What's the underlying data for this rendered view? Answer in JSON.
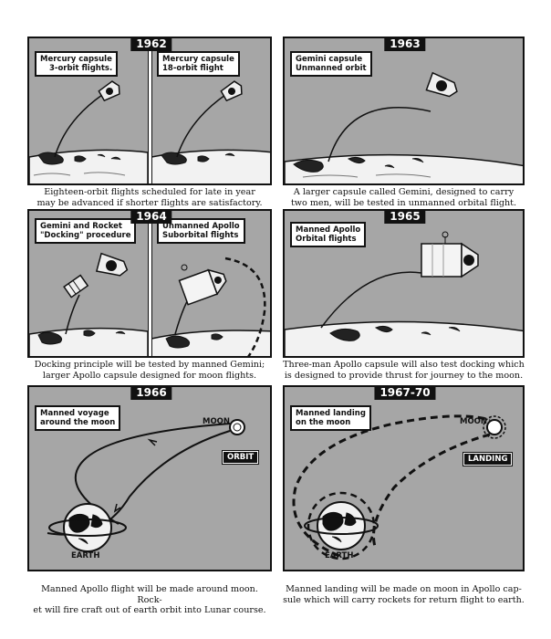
{
  "panels": {
    "p1962": {
      "year": "1962",
      "left_label": [
        "Mercury capsule",
        "3-orbit flights."
      ],
      "right_label": [
        "Mercury capsule",
        "18-orbit flight"
      ],
      "caption": [
        "Eighteen-orbit flights scheduled for late in year",
        "may be advanced if shorter flights are satisfactory."
      ]
    },
    "p1963": {
      "year": "1963",
      "label": [
        "Gemini capsule",
        "Unmanned orbit"
      ],
      "caption": [
        "A larger capsule called Gemini, designed to carry",
        "two men, will be tested in unmanned orbital flight."
      ]
    },
    "p1964": {
      "year": "1964",
      "left_label": [
        "Gemini and Rocket",
        "\"Docking\" procedure"
      ],
      "right_label": [
        "Unmanned Apollo",
        "Suborbital flights"
      ],
      "caption": [
        "Docking principle will be tested by manned Gemini;",
        "larger Apollo capsule designed for moon flights."
      ]
    },
    "p1965": {
      "year": "1965",
      "label": [
        "Manned Apollo",
        "Orbital flights"
      ],
      "caption": [
        "Three-man Apollo capsule will also test docking which",
        "is designed to provide thrust for journey to the moon."
      ]
    },
    "p1966": {
      "year": "1966",
      "label": [
        "Manned voyage",
        "around the moon"
      ],
      "moon": "MOON",
      "tag": "ORBIT",
      "earth": "EARTH",
      "caption": [
        "Manned Apollo flight will be made around moon. Rock-",
        "et will fire craft out of earth orbit into Lunar course."
      ]
    },
    "p1967": {
      "year": "1967-70",
      "label": [
        "Manned landing",
        "on the moon"
      ],
      "moon": "MOON",
      "tag": "LANDING",
      "earth": "EARTH",
      "caption": [
        "Manned landing will be made on moon in Apollo cap-",
        "sule which will carry rockets for return flight to earth."
      ]
    }
  }
}
